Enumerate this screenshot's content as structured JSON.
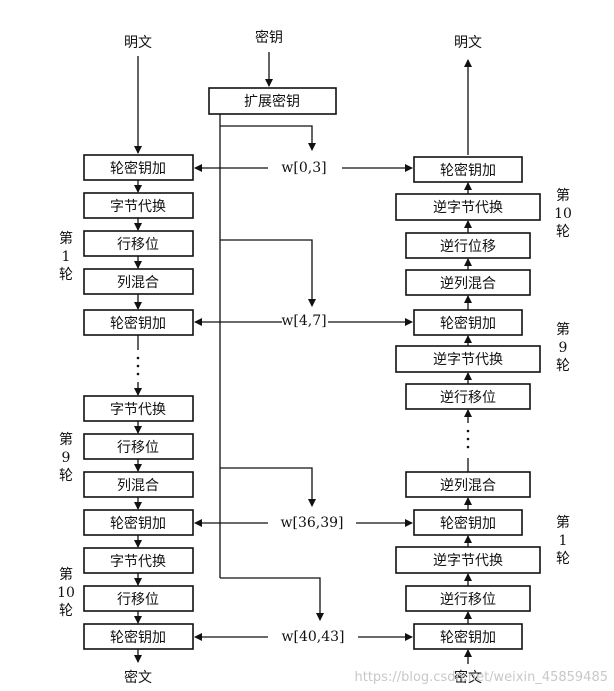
{
  "top": {
    "plaintext_left": "明文",
    "key": "密钥",
    "plaintext_right": "明文",
    "key_expansion": "扩展密钥"
  },
  "encrypt": {
    "b0": "轮密钥加",
    "b1": "字节代换",
    "b2": "行移位",
    "b3": "列混合",
    "b4": "轮密钥加",
    "b5": "字节代换",
    "b6": "行移位",
    "b7": "列混合",
    "b8": "轮密钥加",
    "b9": "字节代换",
    "b10": "行移位",
    "b11": "轮密钥加",
    "output": "密文"
  },
  "decrypt": {
    "b0": "轮密钥加",
    "b1": "逆字节代换",
    "b2": "逆行位移",
    "b3": "逆列混合",
    "b4": "轮密钥加",
    "b5": "逆字节代换",
    "b6": "逆行移位",
    "b7": "逆列混合",
    "b8": "轮密钥加",
    "b9": "逆字节代换",
    "b10": "逆行移位",
    "b11": "轮密钥加",
    "input": "密文"
  },
  "keys": {
    "k0": "w[0,3]",
    "k1": "w[4,7]",
    "k2": "w[36,39]",
    "k3": "w[40,43]"
  },
  "rounds": {
    "left_1": [
      "第",
      "1",
      "轮"
    ],
    "left_9": [
      "第",
      "9",
      "轮"
    ],
    "left_10": [
      "第",
      "10",
      "轮"
    ],
    "right_10": [
      "第",
      "10",
      "轮"
    ],
    "right_9": [
      "第",
      "9",
      "轮"
    ],
    "right_1": [
      "第",
      "1",
      "轮"
    ]
  },
  "watermark": "https://blog.csdn.net/weixin_45859485"
}
